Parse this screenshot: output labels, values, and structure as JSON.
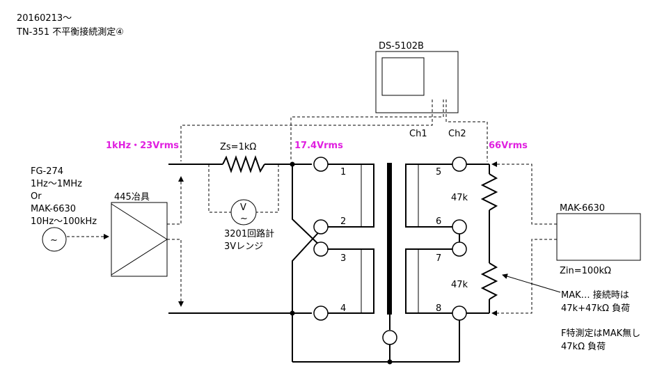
{
  "header": {
    "line1": "20160213〜",
    "line2": "TN-351 不平衡接続測定④"
  },
  "oscilloscope": {
    "label": "DS-5102B",
    "ch1": "Ch1",
    "ch2": "Ch2"
  },
  "source": {
    "l1": "FG-274",
    "l2": "1Hz〜1MHz",
    "l3": "Or",
    "l4": "MAK-6630",
    "l5": "10Hz〜100kHz",
    "symbol": "~"
  },
  "jig": {
    "label": "445冶具"
  },
  "measurements": {
    "input": "1kHz・23Vrms",
    "primary": "17.4Vrms",
    "secondary": "66Vrms",
    "color": "#e020e0"
  },
  "series_resistor": {
    "label": "Zs=1kΩ"
  },
  "meter": {
    "symbol_v": "V",
    "symbol_ac": "~",
    "l1": "3201回路計",
    "l2": "3Vレンジ"
  },
  "transformer": {
    "pins": [
      "1",
      "2",
      "3",
      "4",
      "5",
      "6",
      "7",
      "8"
    ]
  },
  "loads": {
    "r1": "47k",
    "r2": "47k"
  },
  "analyzer": {
    "label": "MAK-6630",
    "zin": "Zin=100kΩ"
  },
  "notes": {
    "n1": "MAK… 接続時は",
    "n2": "47k+47kΩ 負荷",
    "n3": "F特測定はMAK無し",
    "n4": "47kΩ 負荷"
  }
}
